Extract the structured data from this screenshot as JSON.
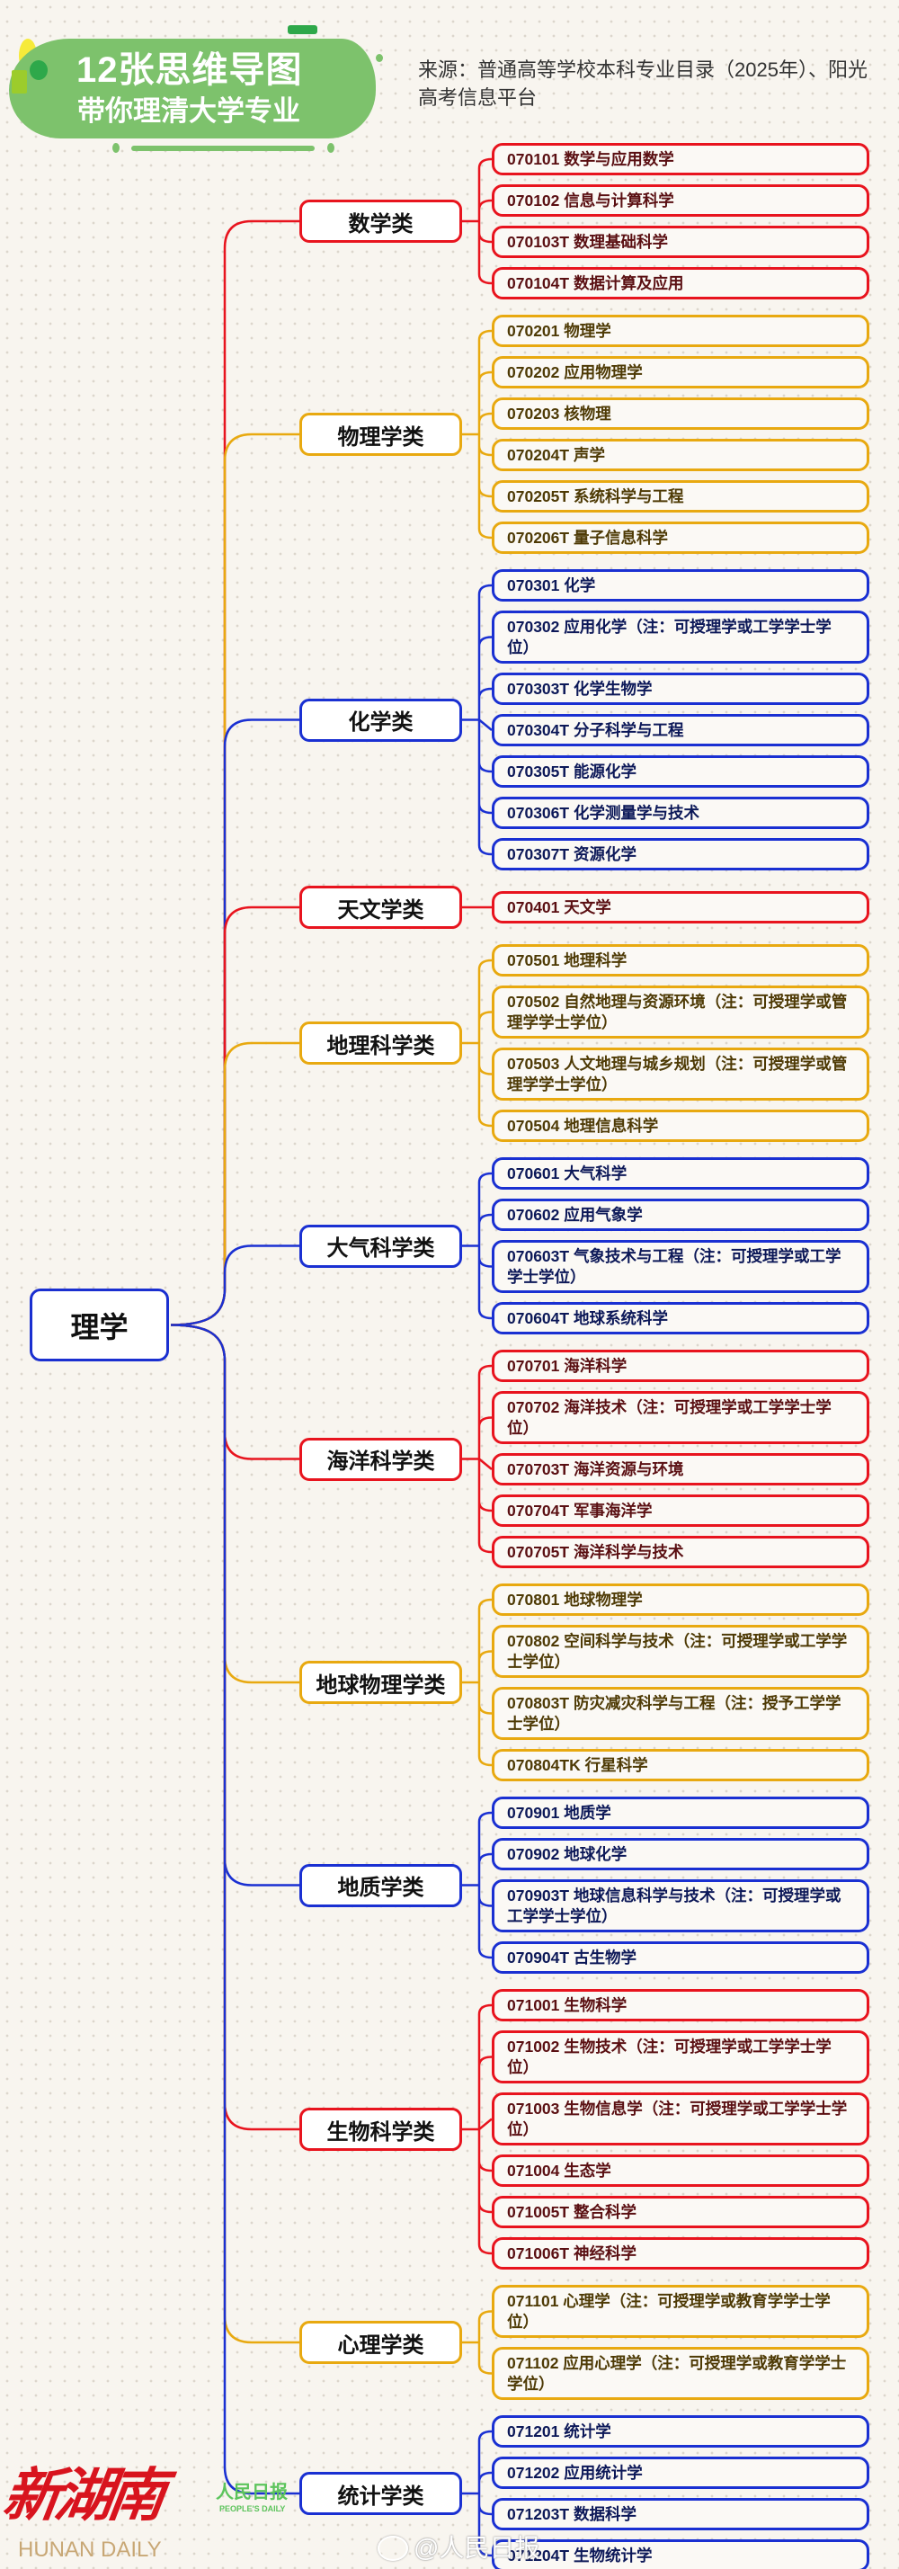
{
  "header": {
    "title_line1": "12张思维导图",
    "title_line2": "带你理清大学专业",
    "source": "来源：普通高等学校本科专业目录（2025年）、阳光高考信息平台"
  },
  "colors": {
    "red": "#e8141e",
    "yellow": "#e8a910",
    "blue": "#1a30d2",
    "title_green": "#7dc26c",
    "background": "#f8f5ef"
  },
  "root": {
    "label": "理学"
  },
  "categories": [
    {
      "label": "数学类",
      "color": "red",
      "items": [
        "070101 数学与应用数学",
        "070102 信息与计算科学",
        "070103T 数理基础科学",
        "070104T 数据计算及应用"
      ]
    },
    {
      "label": "物理学类",
      "color": "yellow",
      "items": [
        "070201 物理学",
        "070202 应用物理学",
        "070203 核物理",
        "070204T 声学",
        "070205T 系统科学与工程",
        "070206T 量子信息科学"
      ]
    },
    {
      "label": "化学类",
      "color": "blue",
      "items": [
        "070301 化学",
        "070302 应用化学（注：可授理学或工学学士学位）",
        "070303T 化学生物学",
        "070304T 分子科学与工程",
        "070305T 能源化学",
        "070306T 化学测量学与技术",
        "070307T 资源化学"
      ]
    },
    {
      "label": "天文学类",
      "color": "red",
      "items": [
        "070401 天文学"
      ]
    },
    {
      "label": "地理科学类",
      "color": "yellow",
      "items": [
        "070501 地理科学",
        "070502 自然地理与资源环境（注：可授理学或管理学学士学位）",
        "070503 人文地理与城乡规划（注：可授理学或管理学学士学位）",
        "070504 地理信息科学"
      ]
    },
    {
      "label": "大气科学类",
      "color": "blue",
      "items": [
        "070601 大气科学",
        "070602 应用气象学",
        "070603T 气象技术与工程（注：可授理学或工学学士学位）",
        "070604T 地球系统科学"
      ]
    },
    {
      "label": "海洋科学类",
      "color": "red",
      "items": [
        "070701 海洋科学",
        "070702 海洋技术（注：可授理学或工学学士学位）",
        "070703T 海洋资源与环境",
        "070704T 军事海洋学",
        "070705T 海洋科学与技术"
      ]
    },
    {
      "label": "地球物理学类",
      "color": "yellow",
      "items": [
        "070801 地球物理学",
        "070802 空间科学与技术（注：可授理学或工学学士学位）",
        "070803T 防灾减灾科学与工程（注：授予工学学士学位）",
        "070804TK 行星科学"
      ]
    },
    {
      "label": "地质学类",
      "color": "blue",
      "items": [
        "070901 地质学",
        "070902 地球化学",
        "070903T 地球信息科学与技术（注：可授理学或工学学士学位）",
        "070904T 古生物学"
      ]
    },
    {
      "label": "生物科学类",
      "color": "red",
      "items": [
        "071001 生物科学",
        "071002 生物技术（注：可授理学或工学学士学位）",
        "071003 生物信息学（注：可授理学或工学学士学位）",
        "071004 生态学",
        "071005T 整合科学",
        "071006T 神经科学"
      ]
    },
    {
      "label": "心理学类",
      "color": "yellow",
      "items": [
        "071101 心理学（注：可授理学或教育学学士学位）",
        "071102 应用心理学（注：可授理学或教育学学士学位）"
      ]
    },
    {
      "label": "统计学类",
      "color": "blue",
      "items": [
        "071201 统计学",
        "071202 应用统计学",
        "071203T 数据科学",
        "071204T 生物统计学"
      ]
    }
  ],
  "footer": {
    "logo_cn": "新湖南",
    "logo_en": "HUNAN DAILY",
    "watermark_people_daily": "人民日报",
    "watermark_people_daily_en": "PEOPLE'S DAILY",
    "weibo_handle": "@人民日报"
  }
}
